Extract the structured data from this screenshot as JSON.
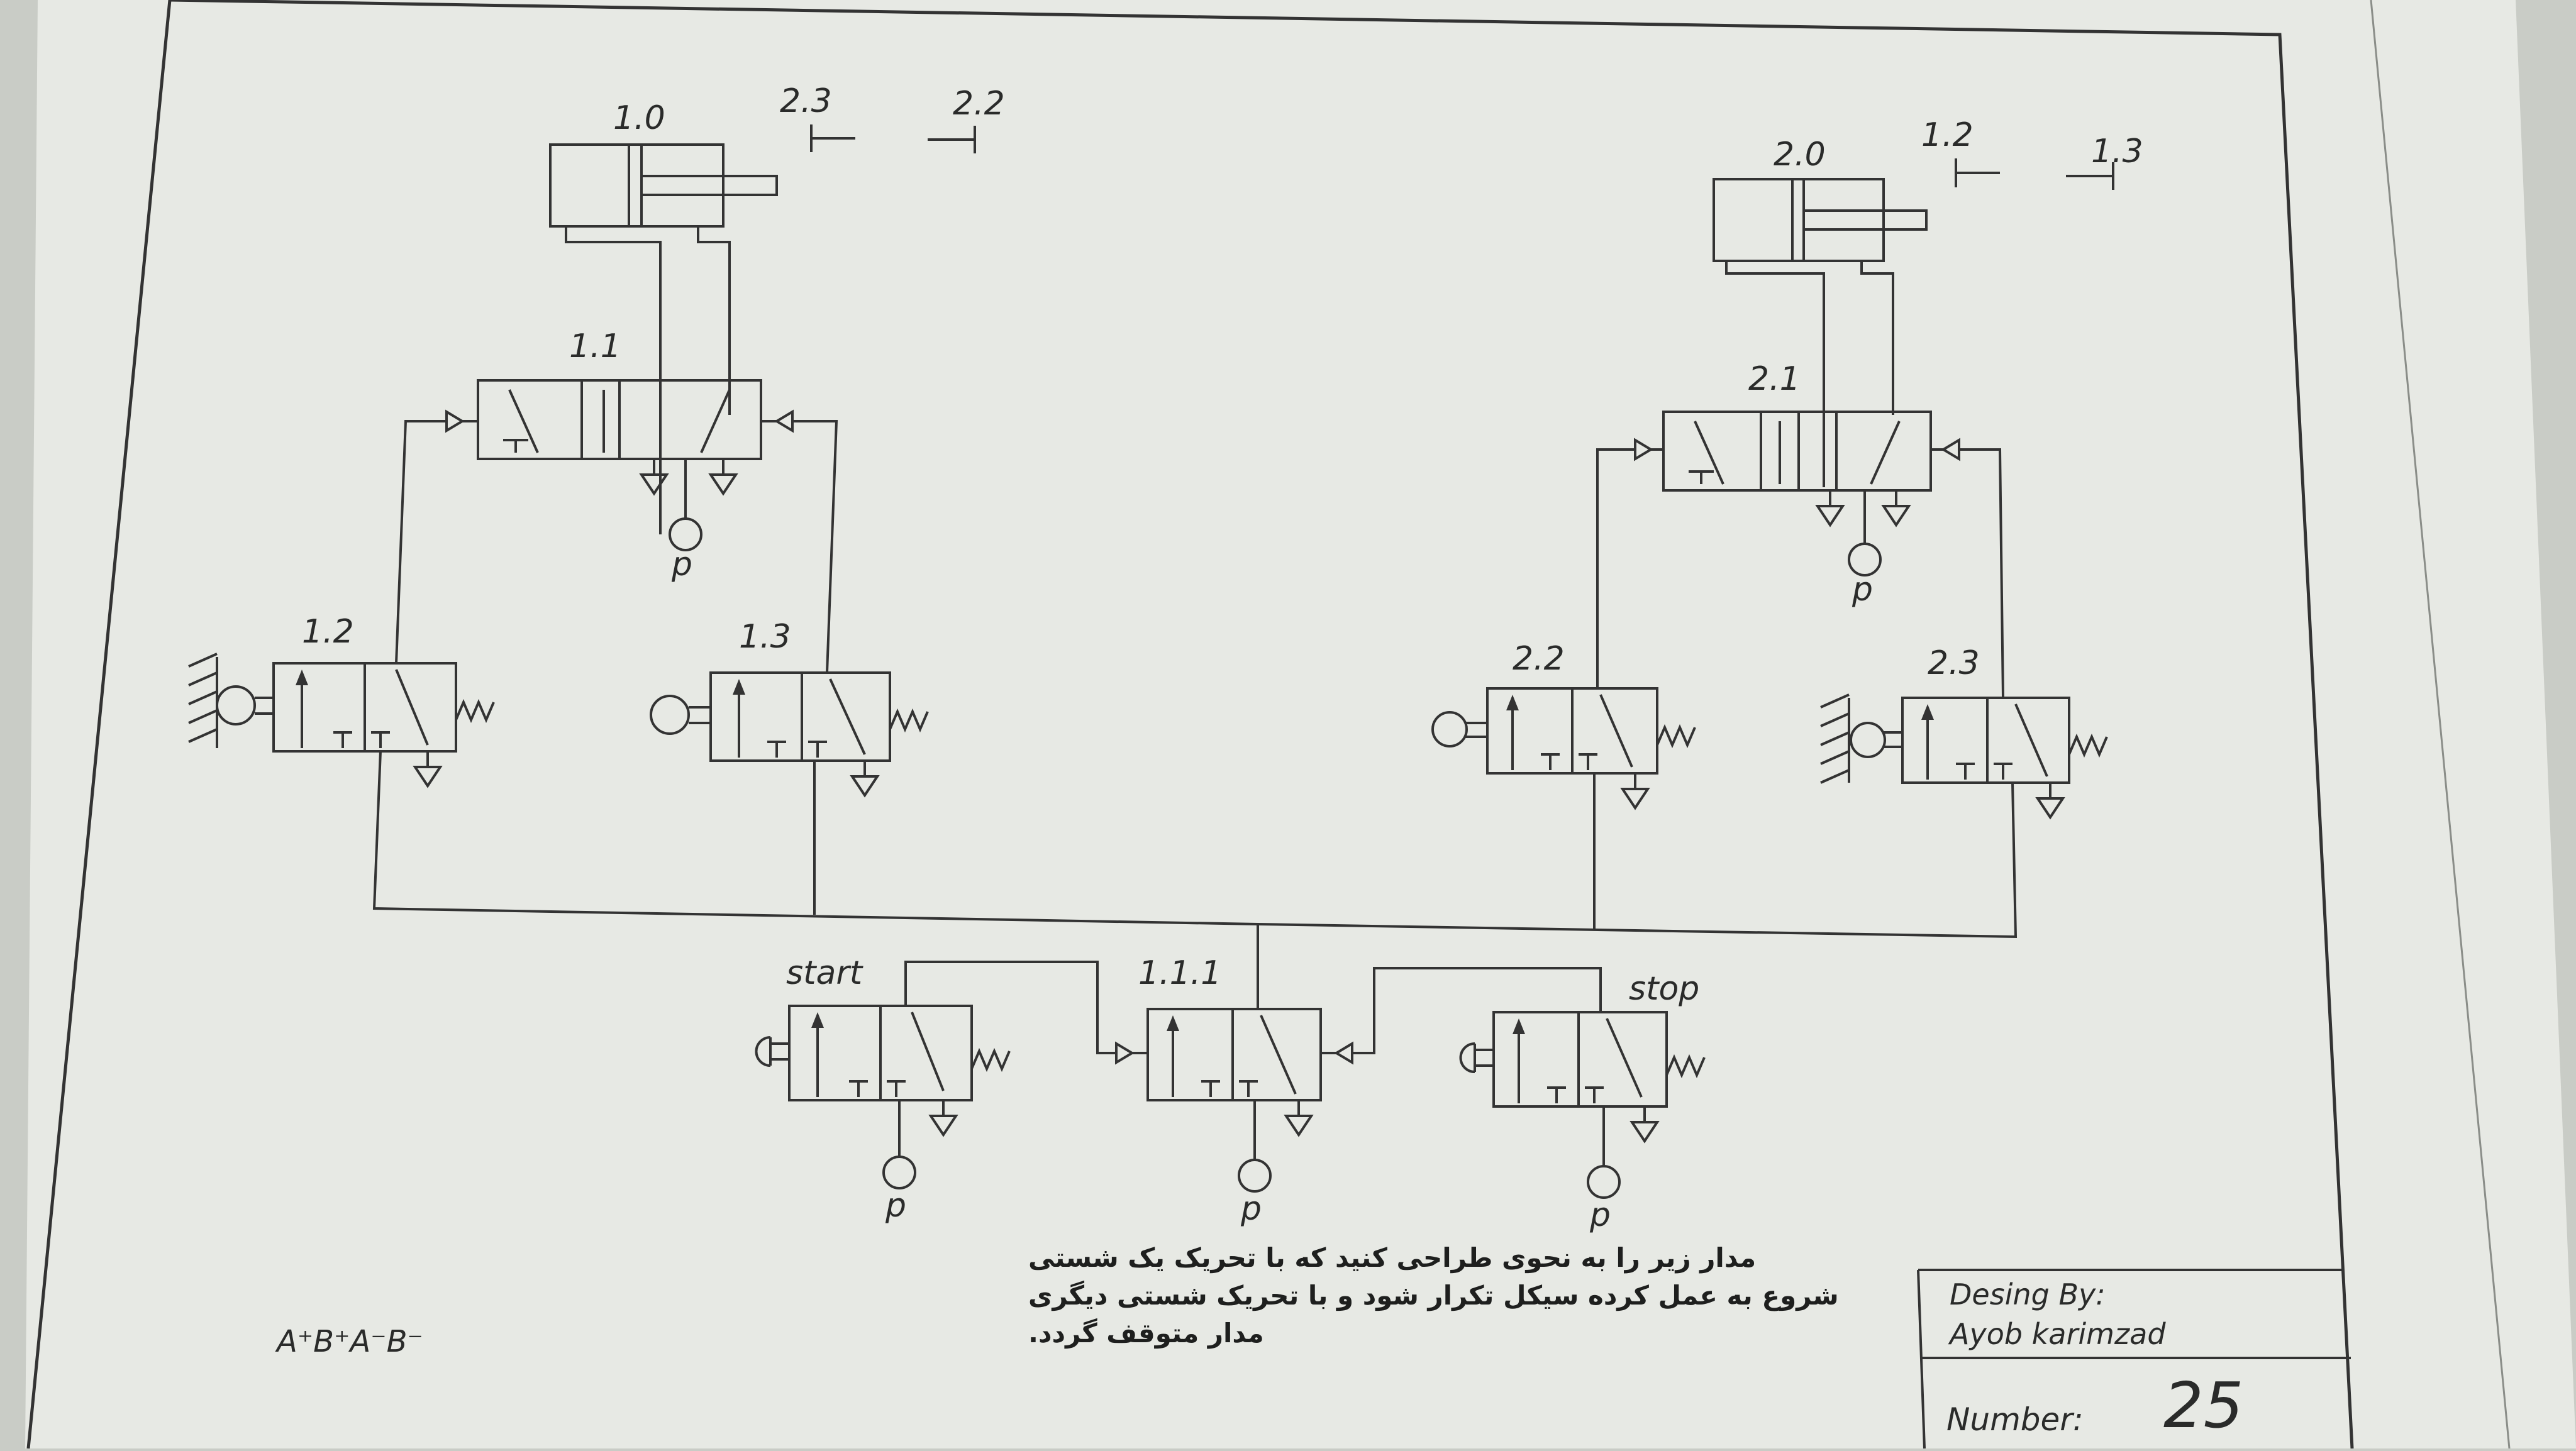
{
  "labels": {
    "cyl1": "1.0",
    "cyl1_sensor_a": "2.3",
    "cyl1_sensor_b": "2.2",
    "cyl2": "2.0",
    "cyl2_sensor_a": "1.2",
    "cyl2_sensor_b": "1.3",
    "valve_1_1": "1.1",
    "valve_2_1": "2.1",
    "valve_1_2": "1.2",
    "valve_1_3": "1.3",
    "valve_2_2": "2.2",
    "valve_2_3": "2.3",
    "valve_start": "start",
    "valve_1_1_1": "1.1.1",
    "valve_stop": "stop",
    "pressure": "p"
  },
  "instructions": {
    "line1": "مدار زیر را به نحوی طراحی کنید که با تحریک یک شستی",
    "line2": "شروع به عمل کرده سیکل تکرار شود و با تحریک شستی دیگری",
    "line3": "مدار متوقف گردد.",
    "sequence": "A⁺B⁺A⁻B⁻"
  },
  "title_block": {
    "designed_label": "Desing By:",
    "designer": "Ayob karimzad",
    "number_label": "Number:",
    "number_value": "25"
  },
  "colors": {
    "paper": "#e7e9e4",
    "ink": "#2f302e",
    "background": "#c9ccc6"
  }
}
